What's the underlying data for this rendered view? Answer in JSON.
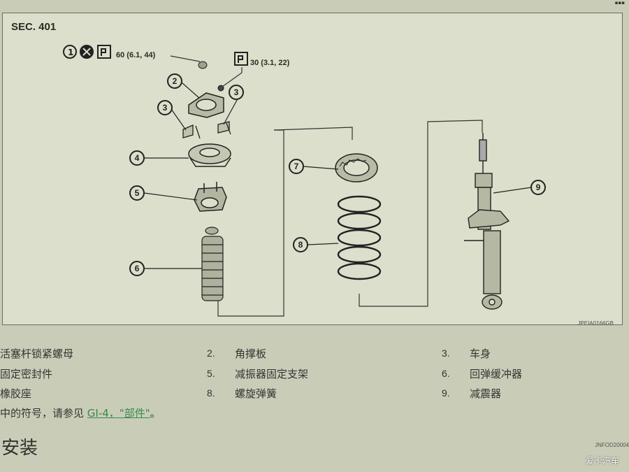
{
  "diagram": {
    "section": "SEC. 401",
    "torque_1": "60 (6.1, 44)",
    "torque_2": "30 (3.1, 22)",
    "marker_1": "1",
    "callouts": [
      "1",
      "2",
      "3",
      "4",
      "5",
      "6",
      "7",
      "8",
      "9"
    ],
    "figure_code": "JPEIA0166GB"
  },
  "legend": [
    {
      "num": "",
      "text": "活塞杆锁紧螺母"
    },
    {
      "num": "2.",
      "text": "角撑板"
    },
    {
      "num": "3.",
      "text": "车身"
    },
    {
      "num": "",
      "text": "固定密封件"
    },
    {
      "num": "5.",
      "text": "减振器固定支架"
    },
    {
      "num": "6.",
      "text": "回弹缓冲器"
    },
    {
      "num": "",
      "text": "橡胶座"
    },
    {
      "num": "8.",
      "text": "螺旋弹簧"
    },
    {
      "num": "9.",
      "text": "减震器"
    }
  ],
  "note": {
    "prefix": "中的符号，请参见",
    "link": "GI-4，\"部件\"",
    "suffix": "。"
  },
  "section_heading": "安装",
  "page_code": "JNFOD20004",
  "watermark": "爱卡汽车"
}
